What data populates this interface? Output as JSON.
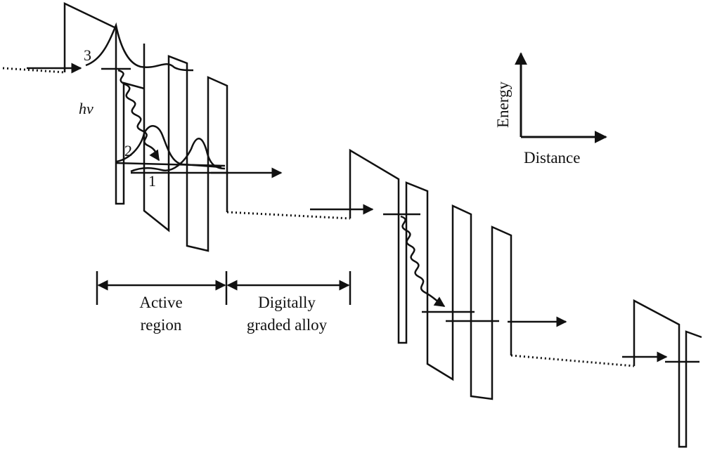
{
  "diagram": {
    "labels": {
      "level_3": "3",
      "level_2": "2",
      "level_1": "1",
      "photon": "hv",
      "axis_energy": "Energy",
      "axis_distance": "Distance",
      "active_line1": "Active",
      "active_line2": "region",
      "alloy_line1": "Digitally",
      "alloy_line2": "graded alloy"
    },
    "colors": {
      "ink": "#111111",
      "background": "#ffffff"
    }
  }
}
